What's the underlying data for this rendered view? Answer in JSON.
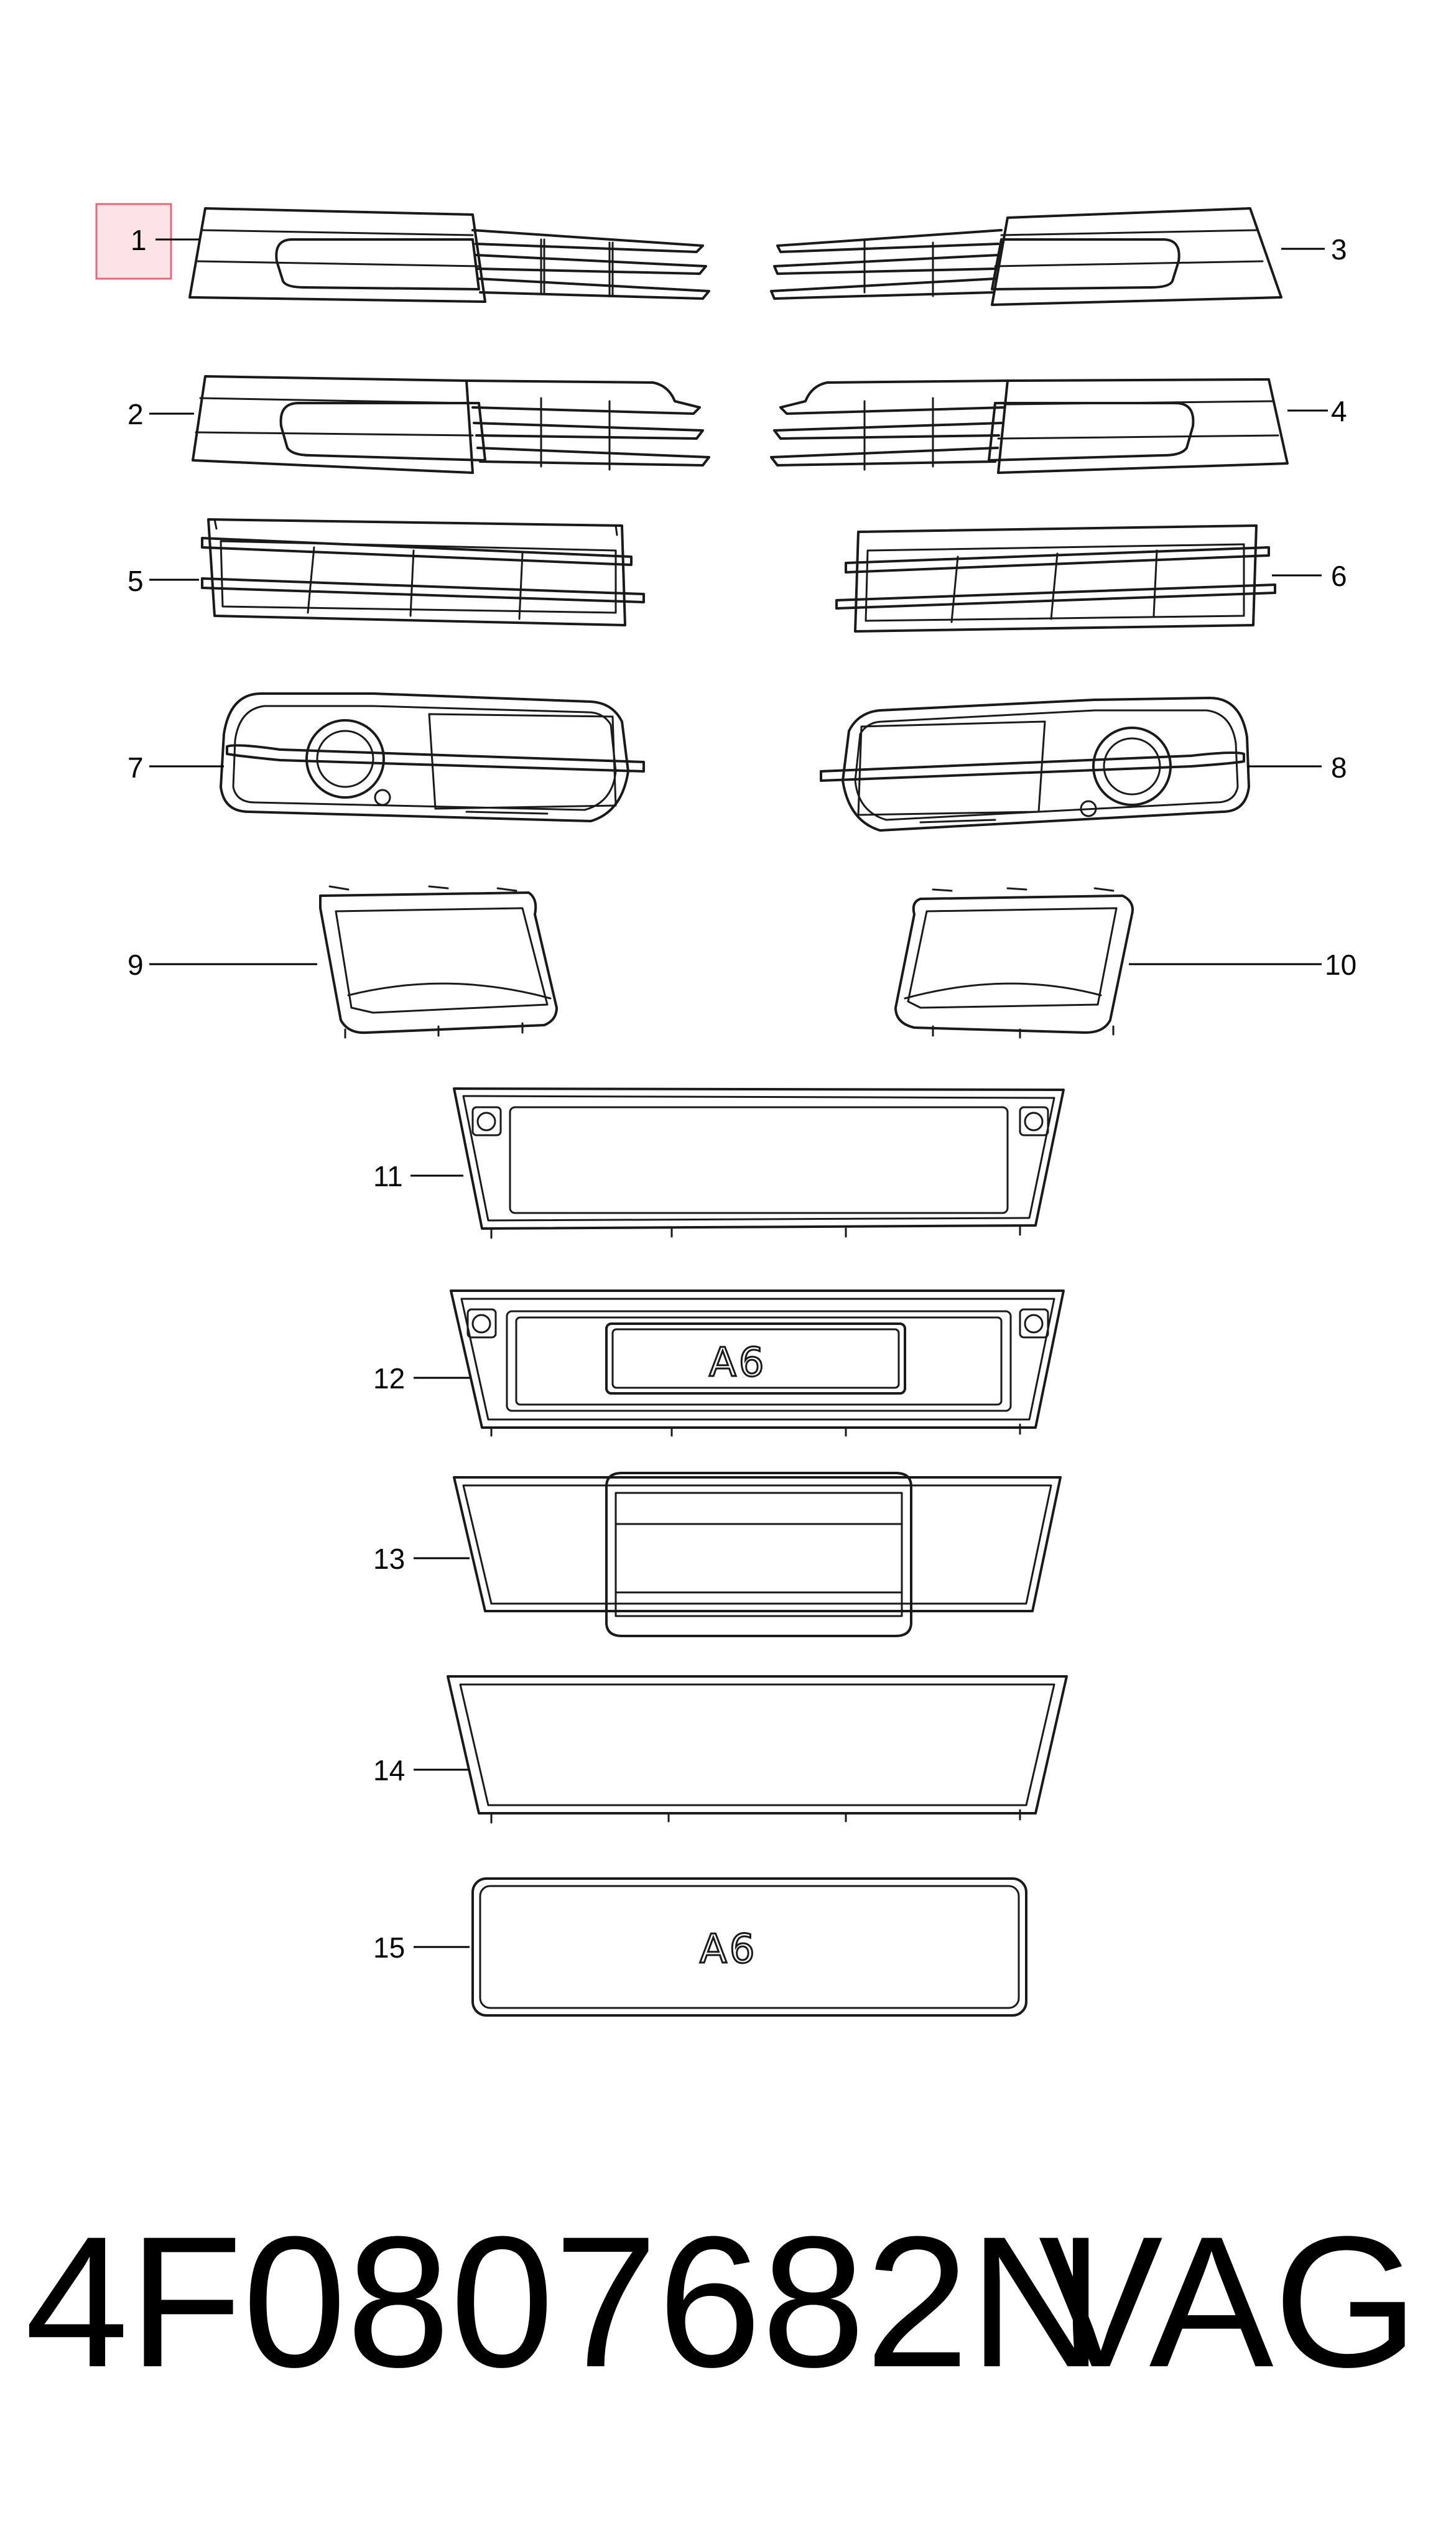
{
  "callouts": [
    "1",
    "2",
    "3",
    "4",
    "5",
    "6",
    "7",
    "8",
    "9",
    "10",
    "11",
    "12",
    "13",
    "14",
    "15"
  ],
  "highlighted_callout": "1",
  "badge_text": "A6",
  "footer": {
    "part_number": "4F0807682N",
    "brand": "VAG"
  },
  "colors": {
    "highlight_fill": "#fbe3e6",
    "highlight_border": "#e46a7a",
    "line": "#1a1a1a"
  }
}
